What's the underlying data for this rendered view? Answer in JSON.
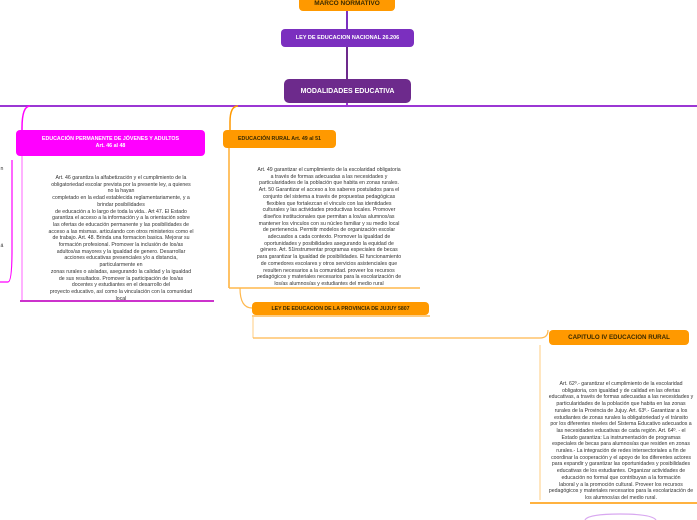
{
  "colors": {
    "orange": "#ff9900",
    "violet": "#7b2fbf",
    "dark_purple": "#6d2a8c",
    "magenta": "#ff00ff",
    "purple_line": "#9b37d4",
    "bottom_ellipse": "#d8a8f0"
  },
  "nodes": {
    "marco": "MARCO NORMATIVO",
    "ley_nacional": "LEY DE EDUCACION NACIONAL 26.206",
    "modalidades": "MODALIDADES EDUCATIVA",
    "educacion_permanente": "EDUCACIÓN  PERMANENTE DE JÓVENES Y ADULTOS\nArt. 46 al 48",
    "educacion_rural": "EDUCACIÓN RURAL Art. 49 al 51",
    "ley_jujuy": "LEY DE EDUCACION DE LA PROVINCIA DE JUJUY 5807",
    "capitulo_iv": "CAPITULO IV EDUCACION RURAL"
  },
  "texts": {
    "art46": "Art. 46 garantiza la alfabetización y el cumplimiento de la\nobligatoriedad escolar prevista por la presente ley, a quienes\nno la hayan\ncompletado en la edad establecida reglamentariamente, y a\nbrindar posibilidades\nde educación a lo largo de toda la vida.. Art 47. El Estado\ngarantiza el acceso a la información y a la orientación sobre\nlas ofertas de educación permanente y las posibilidades de\nacceso a las mismas.  articulando con otros ministerios como el\nde trabajo. Art. 48. Brinda una formacion basica. Mejorar su\nformación profesional. Promover la inclusión de los/as\nadultos/as mayores y la igualdad de genero. Desarrollar\nacciones educativas presenciales y/o a distancia,\nparticularmente en\nzonas rurales o aisladas, asegurando la calidad y la igualdad\nde sus resultados. Promover la participación de los/as\ndocentes y estudiantes en el desarrollo del\nproyecto educativo, así como la vinculación con la comunidad\nlocal",
    "art49": "Art. 49 garantizar el cumplimiento de la escolaridad obligatoria\na través de formas adecuadas a las necesidades y\nparticularidades de la población que habita en zonas rurales.\nArt. 50 Garantizar el acceso a los saberes postulados para el\nconjunto del sistema a través de propuestas pedagógicas\nflexibles que fortalezcan el vínculo con las  identidades\nculturales y las actividades productivas locales. Promover\ndiseños institucionales que permitan a los/as alumnos/as\nmantener los vínculos con su núcleo familiar y su medio local\nde pertenencia.   Permitir modelos de organización escolar\nadecuados a cada contexto. Promover la igualdad de\noportunidades y posibilidades asegurando la equidad de\ngénero. Art.  51instrumentar programas especiales de becas\npara garantizar la igualdad de posibilidades. El funcionamiento\nde comedores escolares y otros servicios  asistenciales que\nresulten necesarios a la comunidad. proveer los recursos\npedagógicos y materiales necesarios para la escolarización de\nlos/as alumnos/as y estudiantes del medio rural",
    "art62": "Art. 62º.- garantizar el cumplimiento de la escolaridad\nobligatoria, con igualdad y de calidad en las ofertas\neducativas, a través de formas adecuadas a las  necesidades y\nparticularidades de la población que habita en las zonas\nrurales de la  Provincia de Jujuy.  Art. 63º.- Garantizar a los\nestudiantes de zonas rurales la  obligatoriedad y el tránsito\npor los diferentes niveles del Sistema Educativo  adecuados a\nlas  necesidades educativas de cada región.  Art. 64º. - el\nEstado garantiza:   La instrumentación de programas\nespeciales de becas para alumnos/as que residen  en zonas\nrurales.- La integración de redes intersectoriales a fin de\ncoordinar la cooperación  y el apoyo de los diferentes actores\npara expandir y garantizar las oportunidades y posibilidades\neducativas de los estudiantes. Organizar actividades de\neducación no formal que contribuyan a la formación\nlaboral y a la promoción cultural. Proveer los recursos\npedagógicos y materiales necesarios para la escolarización de\nlos alumnos/as del medio rural.",
    "left_fragment_1": "n",
    "left_fragment_2": "á"
  }
}
